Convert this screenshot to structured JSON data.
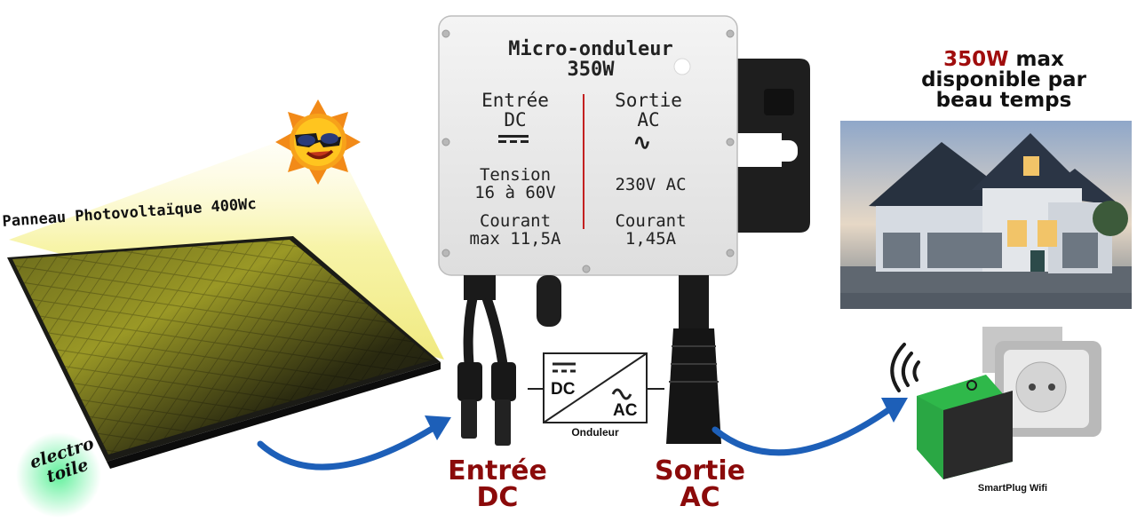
{
  "panel": {
    "label": "Panneau Photovoltaïque 400Wc"
  },
  "logo": {
    "line1": "electro",
    "line2": "toile"
  },
  "inverter": {
    "title_line1": "Micro-onduleur",
    "title_line2": "350W",
    "input": {
      "label_line1": "Entrée",
      "label_line2": "DC",
      "voltage_line1": "Tension",
      "voltage_line2": "16 à 60V",
      "current_line1": "Courant",
      "current_line2": "max 11,5A"
    },
    "output": {
      "label_line1": "Sortie",
      "label_line2": "AC",
      "voltage": "230V AC",
      "current_line1": "Courant",
      "current_line2": "1,45A"
    }
  },
  "schematic": {
    "dc": "DC",
    "ac": "AC",
    "caption": "Onduleur"
  },
  "connectors": {
    "input_line1": "Entrée",
    "input_line2": "DC",
    "output_line1": "Sortie",
    "output_line2": "AC"
  },
  "house": {
    "power": "350W",
    "line1_rest": " max",
    "line2": "disponible par",
    "line3": "beau temps"
  },
  "smartplug": {
    "label": "SmartPlug Wifi"
  },
  "colors": {
    "accent_red": "#8b0a0a",
    "arrow_blue": "#1d5fb8",
    "plug_green": "#2fb84a",
    "panel_glow": "#f2f08a"
  }
}
